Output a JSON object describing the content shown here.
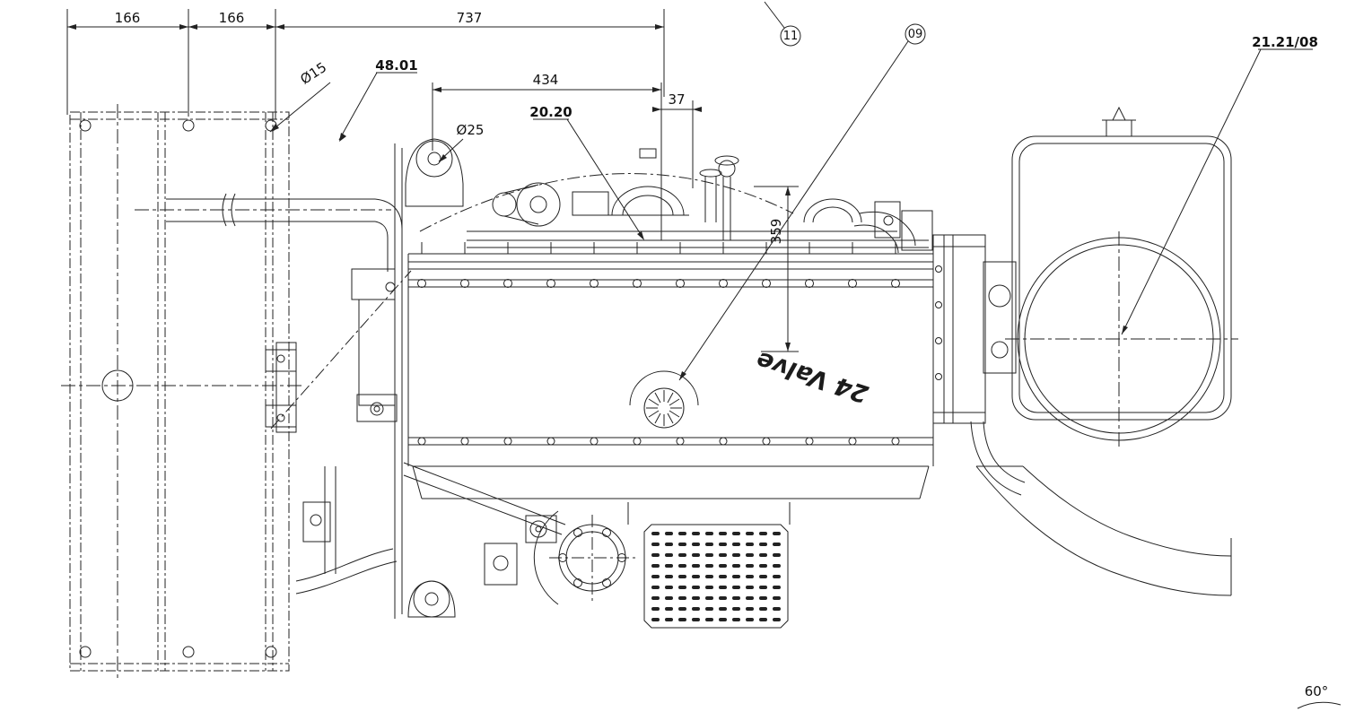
{
  "dimensions": {
    "d166_left": "166",
    "d166_right": "166",
    "d737": "737",
    "d434": "434",
    "d37": "37",
    "d359": "359",
    "dia15": "Ø15",
    "dia25": "Ø25",
    "angle60": "60°"
  },
  "callouts": {
    "b11": "11",
    "b09": "09",
    "ref_4801": "48.01",
    "ref_2020": "20.20",
    "ref_212108": "21.21/08"
  },
  "markings": {
    "valve": "24 Valve"
  }
}
